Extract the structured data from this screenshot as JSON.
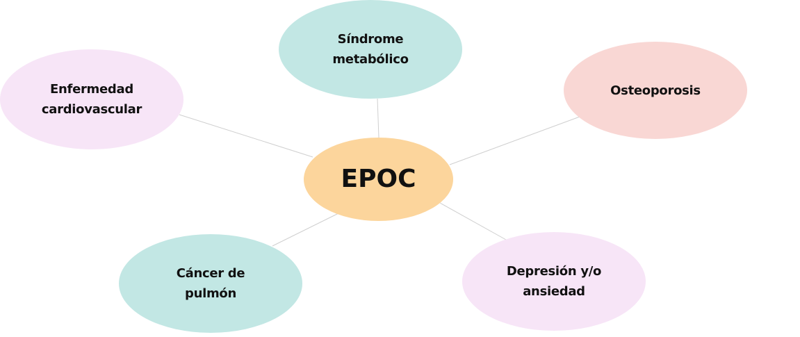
{
  "diagram": {
    "type": "mind-map",
    "center": {
      "label": "EPOC",
      "color": "#FCD59C"
    },
    "nodes": [
      {
        "id": "sindrome",
        "label": "Síndrome\nmetabólico",
        "color": "#C2E7E4"
      },
      {
        "id": "enfermedad",
        "label": "Enfermedad\ncardiovascular",
        "color": "#F7E5F7"
      },
      {
        "id": "osteoporosis",
        "label": "Osteoporosis",
        "color": "#F9D7D4"
      },
      {
        "id": "cancer",
        "label": "Cáncer de\npulmón",
        "color": "#C2E7E4"
      },
      {
        "id": "depresion",
        "label": "Depresión y/o\nansiedad",
        "color": "#F7E5F7"
      }
    ],
    "edges": [
      [
        "EPOC",
        "Síndrome metabólico"
      ],
      [
        "EPOC",
        "Enfermedad cardiovascular"
      ],
      [
        "EPOC",
        "Osteoporosis"
      ],
      [
        "EPOC",
        "Cáncer de pulmón"
      ],
      [
        "EPOC",
        "Depresión y/o ansiedad"
      ]
    ],
    "edge_color": "#CCCCCC"
  }
}
